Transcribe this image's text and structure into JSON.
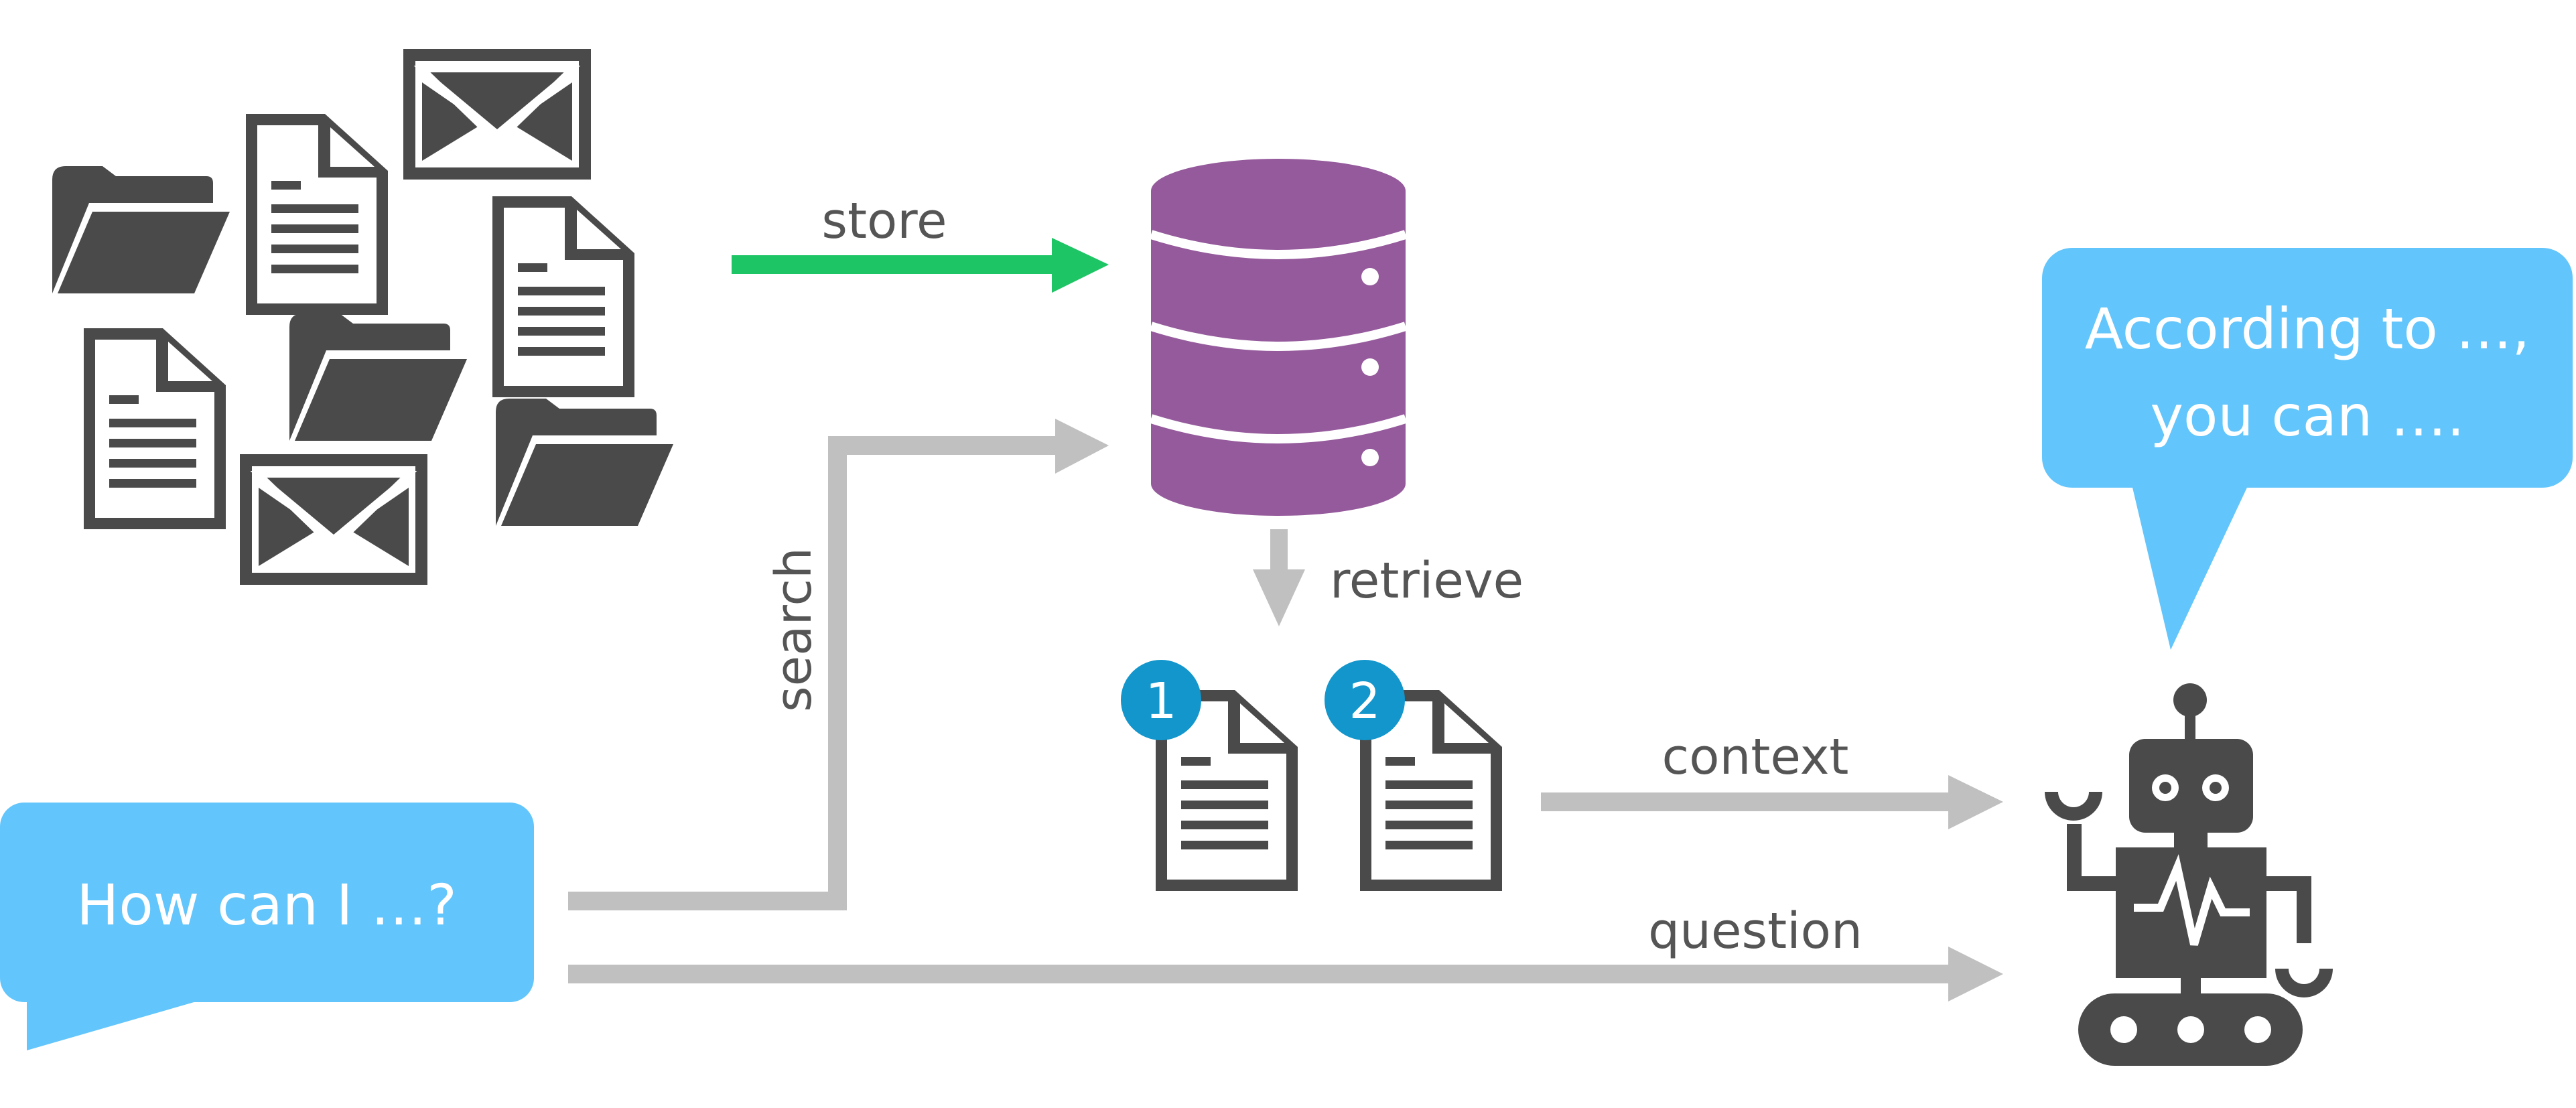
{
  "labels": {
    "store": "store",
    "retrieve": "retrieve",
    "search": "search",
    "context": "context",
    "question": "question"
  },
  "bubbles": {
    "user_question": "How can I …?",
    "answer_line1": "According to …,",
    "answer_line2": "you can …."
  },
  "badges": {
    "first": "1",
    "second": "2"
  },
  "icons": {
    "sources": [
      "folder-icon",
      "document-icon",
      "envelope-icon"
    ],
    "store": "database-icon",
    "agent": "robot-icon"
  },
  "colors": {
    "icon_dark": "#4a4a4a",
    "database": "#955a9c",
    "store_arrow": "#1dc564",
    "gray_arrow": "#c0c0c0",
    "bubble": "#62c5fb",
    "badge": "#1296cc"
  }
}
